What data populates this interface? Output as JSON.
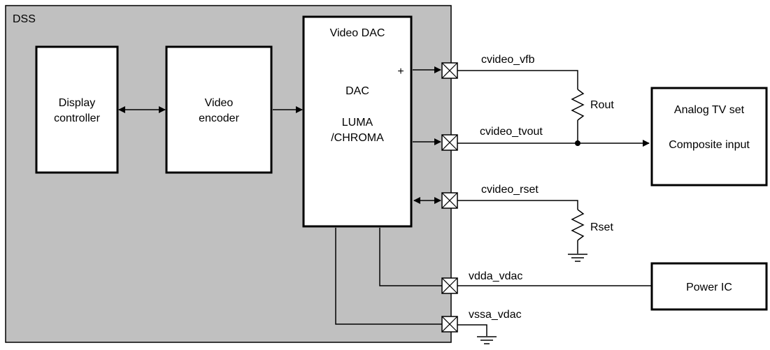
{
  "colors": {
    "dss_fill": "#c0c0c0",
    "stroke": "#000000",
    "block_fill": "#ffffff"
  },
  "dss": {
    "label": "DSS"
  },
  "blocks": {
    "display_controller": {
      "line1": "Display",
      "line2": "controller"
    },
    "video_encoder": {
      "line1": "Video",
      "line2": "encoder"
    },
    "video_dac": {
      "title": "Video DAC",
      "dac": "DAC",
      "luma": "LUMA",
      "chroma": "/CHROMA",
      "plus": "+"
    },
    "analog_tv": {
      "title": "Analog TV set",
      "subtitle": "Composite input"
    },
    "power_ic": {
      "label": "Power IC"
    }
  },
  "pins": {
    "vfb": "cvideo_vfb",
    "tvout": "cvideo_tvout",
    "rset": "cvideo_rset",
    "vdda": "vdda_vdac",
    "vssa": "vssa_vdac"
  },
  "resistors": {
    "rout": "Rout",
    "rset": "Rset"
  }
}
